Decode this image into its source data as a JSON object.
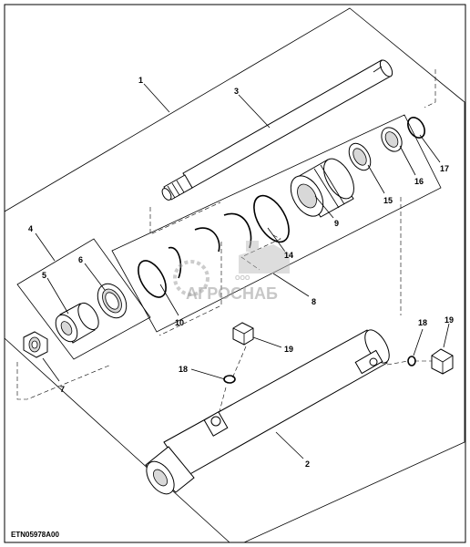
{
  "figure_code": "ETN05978A00",
  "watermark": {
    "company_prefix": "ООО",
    "company_name": "АГРОСНАБ"
  },
  "callouts": [
    {
      "id": "1",
      "label": "1"
    },
    {
      "id": "2",
      "label": "2"
    },
    {
      "id": "3",
      "label": "3"
    },
    {
      "id": "4",
      "label": "4"
    },
    {
      "id": "5",
      "label": "5"
    },
    {
      "id": "6",
      "label": "6"
    },
    {
      "id": "7",
      "label": "7"
    },
    {
      "id": "8",
      "label": "8"
    },
    {
      "id": "9",
      "label": "9"
    },
    {
      "id": "10",
      "label": "10"
    },
    {
      "id": "14",
      "label": "14"
    },
    {
      "id": "15",
      "label": "15"
    },
    {
      "id": "16",
      "label": "16"
    },
    {
      "id": "17",
      "label": "17"
    },
    {
      "id": "18a",
      "label": "18"
    },
    {
      "id": "18b",
      "label": "18"
    },
    {
      "id": "19a",
      "label": "19"
    },
    {
      "id": "19b",
      "label": "19"
    }
  ]
}
